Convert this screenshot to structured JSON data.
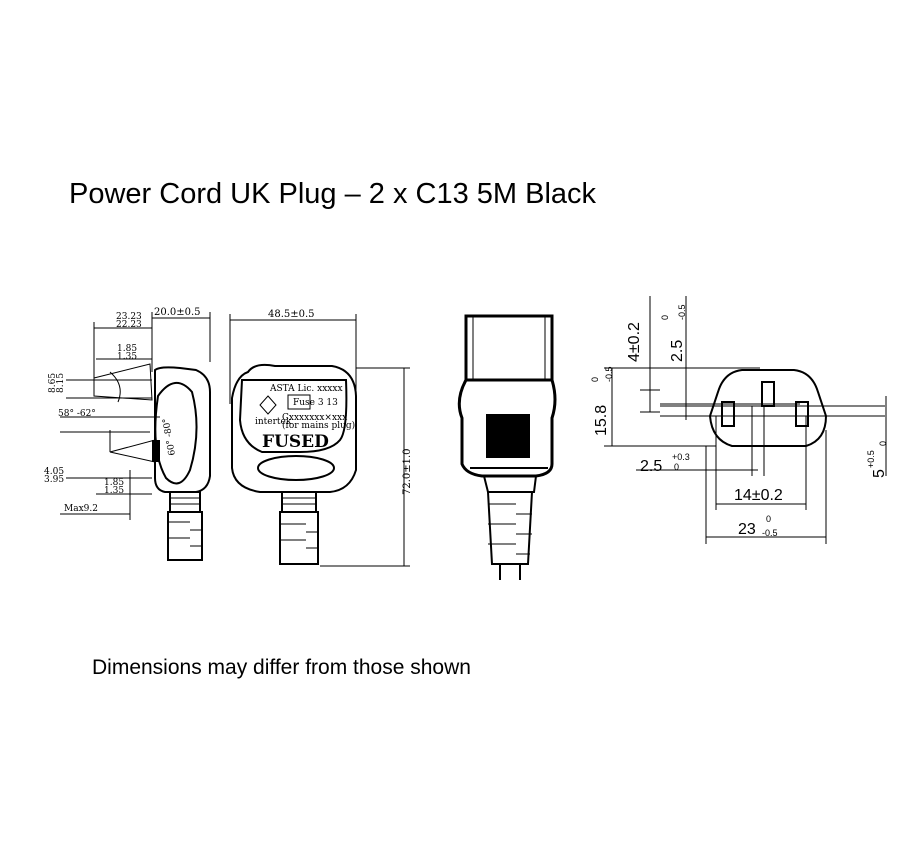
{
  "title": "Power Cord UK Plug – 2 x C13 5M Black",
  "footnote": "Dimensions may differ from those shown",
  "side_view": {
    "dim_top_width": "20.0±0.5",
    "dim_23": "23.23",
    "dim_22": "22.23",
    "dim_185a": "1.85",
    "dim_135a": "1.35",
    "dim_865": "8.65",
    "dim_815": "8.15",
    "angle_range": "58° -62°",
    "angle_inner": "60° -80°",
    "dim_405": "4.05",
    "dim_395": "3.95",
    "dim_185b": "1.85",
    "dim_135b": "1.35",
    "dim_max": "Max9.2"
  },
  "front_view": {
    "dim_width": "48.5±0.5",
    "dim_height": "72.0±1.0",
    "label_asta": "ASTA Lic. xxxxx",
    "label_fuse": "Fuse 3 13",
    "label_rating": "Cxxxxxxx×xxx",
    "label_mains": "(for mains plug)",
    "label_intertek": "intertek",
    "label_fused": "FUSED"
  },
  "connector_dims": {
    "dim_4": "4±0.2",
    "dim_25_top": "2.5",
    "dim_25_top_tol_up": "0",
    "dim_25_top_tol_dn": "-0.5",
    "dim_158": "15.8",
    "dim_158_tol_up": "0",
    "dim_158_tol_dn": "-0.5",
    "dim_25_left": "2.5",
    "dim_25_left_tol_up": "+0.3",
    "dim_25_left_tol_dn": "0",
    "dim_14": "14±0.2",
    "dim_23": "23",
    "dim_23_tol_up": "0",
    "dim_23_tol_dn": "-0.5",
    "dim_5": "5",
    "dim_5_tol_up": "+0.5",
    "dim_5_tol_dn": "0"
  }
}
